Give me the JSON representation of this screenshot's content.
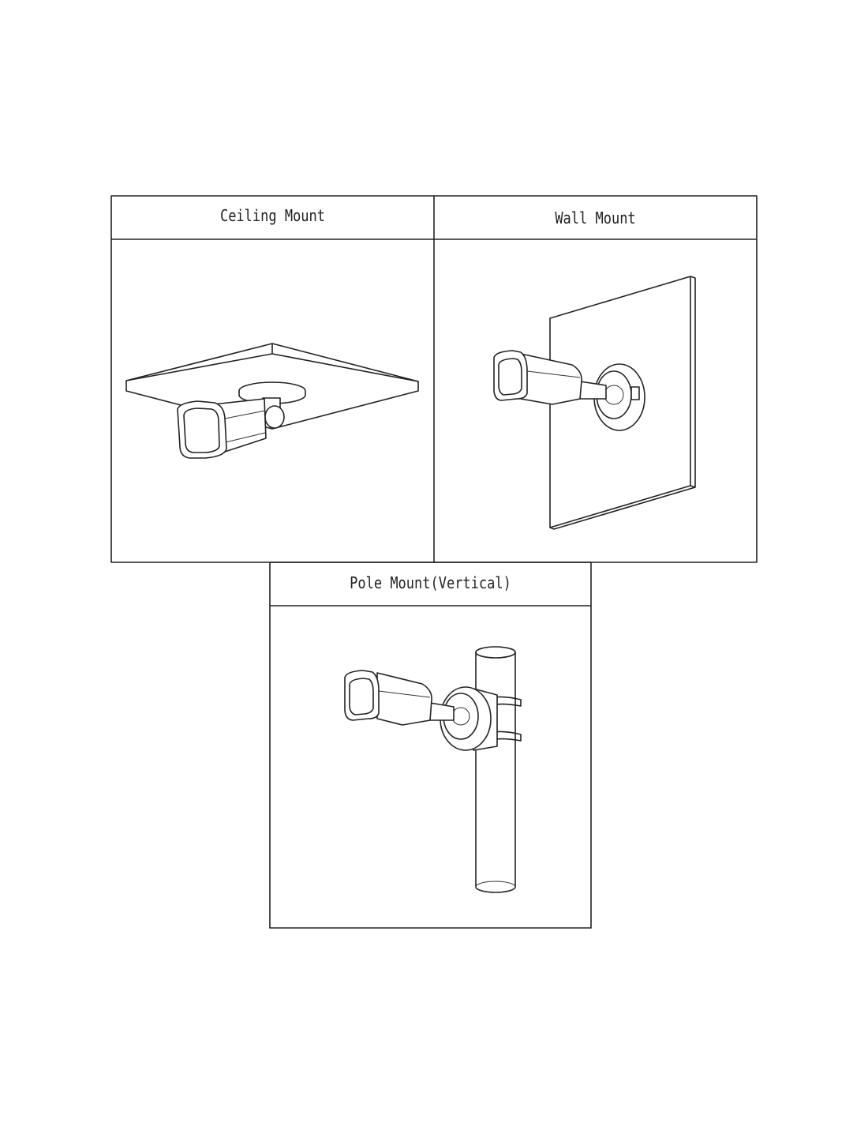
{
  "panels": {
    "ceiling": {
      "title": "Ceiling Mount"
    },
    "wall": {
      "title": "Wall Mount"
    },
    "pole": {
      "title": "Pole Mount(Vertical)"
    }
  }
}
